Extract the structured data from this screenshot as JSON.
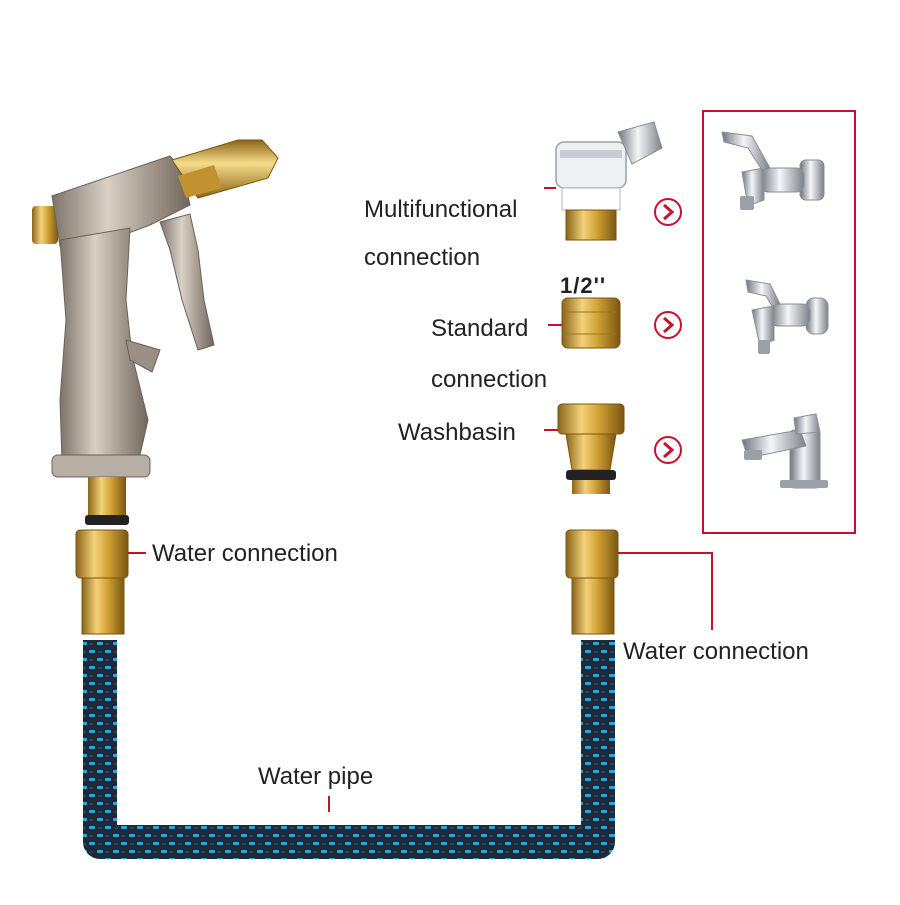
{
  "labels": {
    "multifunctional_line1": "Multifunctional",
    "multifunctional_line2": "connection",
    "thread_size": "1/2''",
    "standard_line1": "Standard",
    "standard_line2": "connection",
    "washbasin": "Washbasin",
    "water_connection_left": "Water connection",
    "water_connection_right": "Water connection",
    "water_pipe": "Water pipe"
  },
  "icons": {
    "spray_gun": "spray-gun-icon",
    "multifunctional_adapter": "faucet-adapter-icon",
    "standard_adapter": "threaded-adapter-icon",
    "washbasin_adapter": "quick-connector-icon",
    "hose": "expandable-hose-icon",
    "faucet_1": "wall-faucet-icon",
    "faucet_2": "garden-tap-icon",
    "faucet_3": "basin-mixer-icon",
    "arrow": "chevron-right-circle-icon"
  },
  "colors": {
    "accent_red": "#c8102e",
    "brass": "#d4a437",
    "hose_dark": "#1c2a3a",
    "hose_blue": "#2aa8e0",
    "chrome": "#b8bcc2",
    "gun_metal": "#a59a8f"
  }
}
